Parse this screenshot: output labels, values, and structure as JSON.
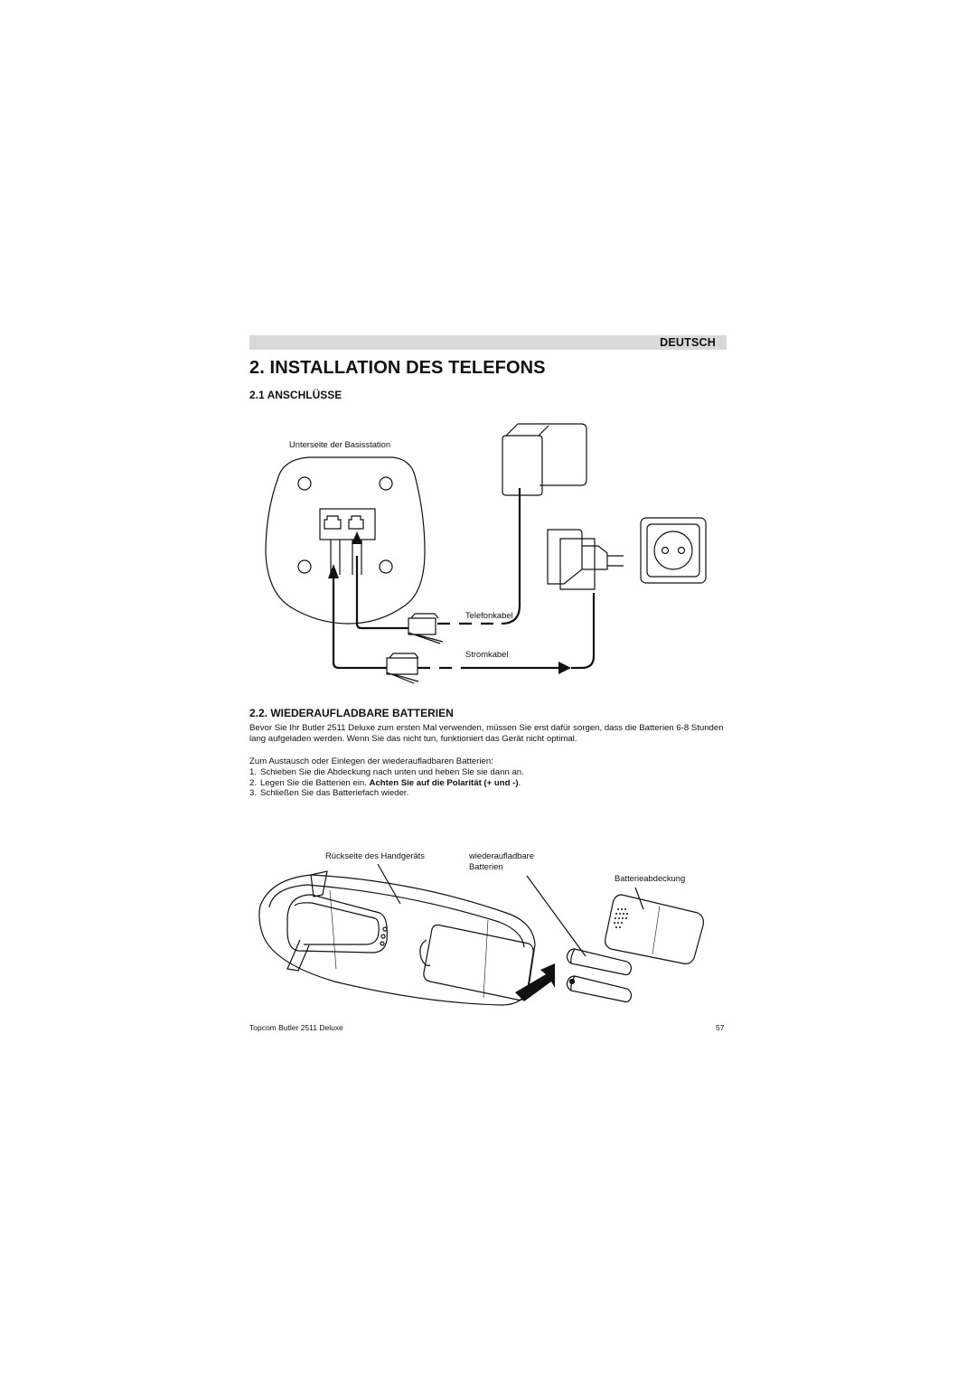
{
  "header": {
    "language": "DEUTSCH",
    "chapter_title": "2. INSTALLATION DES TELEFONS"
  },
  "section_connections": {
    "title": "2.1 ANSCHLÜSSE",
    "label_base_bottom": "Unterseite der Basisstation",
    "label_phone_cable": "Telefonkabel",
    "label_power_cable": "Stromkabel"
  },
  "section_batteries": {
    "title": "2.2. WIEDERAUFLADBARE BATTERIEN",
    "intro": "Bevor Sie Ihr Butler 2511 Deluxe zum ersten Mal verwenden, müssen Sie erst dafür sorgen, dass die Batterien 6-8 Stunden lang aufgeladen werden. Wenn Sie das nicht tun, funktioniert das Gerät nicht optimal.",
    "steps_intro": "Zum Austausch oder Einlegen der wiederaufladbaren Batterien:",
    "steps": [
      {
        "num": "1.",
        "text": "Schieben Sie die Abdeckung nach unten und heben Sie sie dann an.",
        "bold": ""
      },
      {
        "num": "2.",
        "text": "Legen Sie die Batterien ein. ",
        "bold": "Achten Sie auf die Polarität (+ und -)",
        "after": "."
      },
      {
        "num": "3.",
        "text": "Schließen Sie das Batteriefach wieder.",
        "bold": ""
      }
    ],
    "label_handset_back": "Rückseite des Handgeräts",
    "label_batteries_line1": "wiederaufladbare",
    "label_batteries_line2": "Batterien",
    "label_battery_cover": "Batterieabdeckung"
  },
  "footer": {
    "product": "Topcom Butler 2511 Deluxe",
    "page_number": "57"
  }
}
